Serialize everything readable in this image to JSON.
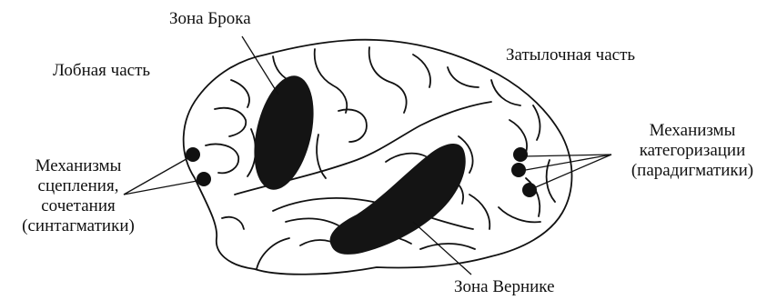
{
  "labels": {
    "broca": "Зона Брока",
    "frontal": "Лобная часть",
    "occipital": "Затылочная часть",
    "syntagmatic": [
      "Механизмы",
      "сцепления,",
      "сочетания",
      "(синтагматики)"
    ],
    "paradigmatic": [
      "Механизмы",
      "категоризации",
      "(парадигматики)"
    ],
    "wernicke": "Зона Вернике"
  },
  "colors": {
    "ink": "#111111",
    "zone_fill": "#141414",
    "background": "#ffffff"
  }
}
